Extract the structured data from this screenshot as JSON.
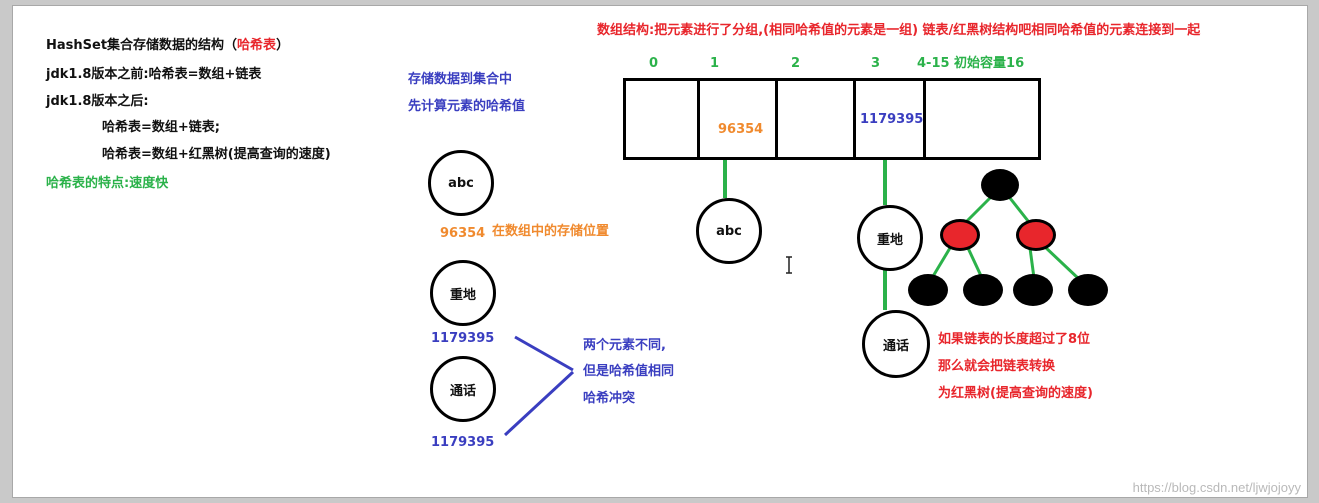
{
  "left_notes": {
    "title_prefix": "HashSet集合存储数据的结构（",
    "title_highlight": "哈希表",
    "title_suffix": "）",
    "line1": "jdk1.8版本之前:哈希表=数组+链表",
    "line2": "jdk1.8版本之后:",
    "line3": "哈希表=数组+链表;",
    "line4": "哈希表=数组+红黑树(提高查询的速度)",
    "feature": "哈希表的特点:速度快"
  },
  "middle": {
    "note1": "存储数据到集合中",
    "note2": "先计算元素的哈希值",
    "circle_abc": "abc",
    "hash_abc": "96354",
    "position_note": "在数组中的存储位置",
    "circle_zhongdi": "重地",
    "hash_zhongdi": "1179395",
    "circle_tonghua": "通话",
    "hash_tonghua": "1179395",
    "conflict1": "两个元素不同,",
    "conflict2": "但是哈希值相同",
    "conflict3": "哈希冲突"
  },
  "array": {
    "header": "数组结构:把元素进行了分组,(相同哈希值的元素是一组) 链表/红黑树结构吧相同哈希值的元素连接到一起",
    "index0": "0",
    "index1": "1",
    "index2": "2",
    "index3": "3",
    "index_rest": "4-15 初始容量16",
    "cell1_value": "96354",
    "cell3_value": "1179395",
    "chain_abc": "abc",
    "chain_zhongdi": "重地",
    "chain_tonghua": "通话"
  },
  "tree_note": {
    "line1": "如果链表的长度超过了8位",
    "line2": "那么就会把链表转换",
    "line3": "为红黑树(提高查询的速度)"
  },
  "watermark": "https://blog.csdn.net/ljwjojoyy",
  "colors": {
    "red": "#e8262c",
    "green": "#2bb24a",
    "blue": "#3a3ec0",
    "orange": "#f08a2e",
    "node_black": "#000000",
    "node_red": "#e8262c"
  }
}
